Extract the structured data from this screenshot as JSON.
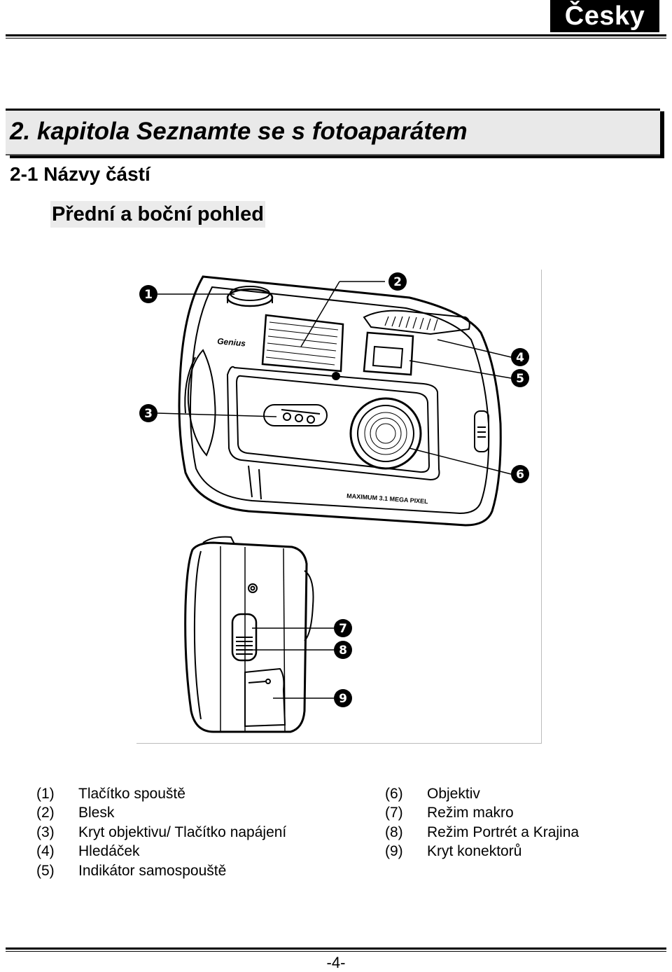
{
  "header": {
    "language": "Česky"
  },
  "chapter": {
    "title": "2. kapitola Seznamte se s fotoaparátem"
  },
  "section": {
    "title": "2-1 Názvy částí"
  },
  "subsection": {
    "title": "Přední a boční pohled"
  },
  "figure": {
    "brand_text": "Genius",
    "model_text": "MAXIMUM 3.1 MEGA PIXEL",
    "callouts": [
      "1",
      "2",
      "3",
      "4",
      "5",
      "6",
      "7",
      "8",
      "9"
    ]
  },
  "legend": {
    "left": [
      {
        "num": "(1)",
        "label": "Tlačítko spouště"
      },
      {
        "num": "(2)",
        "label": "Blesk"
      },
      {
        "num": "(3)",
        "label": "Kryt objektivu/ Tlačítko napájení"
      },
      {
        "num": "(4)",
        "label": "Hledáček"
      },
      {
        "num": "(5)",
        "label": "Indikátor samospouště"
      }
    ],
    "right": [
      {
        "num": "(6)",
        "label": "Objektiv"
      },
      {
        "num": "(7)",
        "label": "Režim makro"
      },
      {
        "num": "(8)",
        "label": "Režim Portrét a Krajina"
      },
      {
        "num": "(9)",
        "label": "Kryt konektorů"
      }
    ]
  },
  "footer": {
    "page_number": "-4-"
  }
}
